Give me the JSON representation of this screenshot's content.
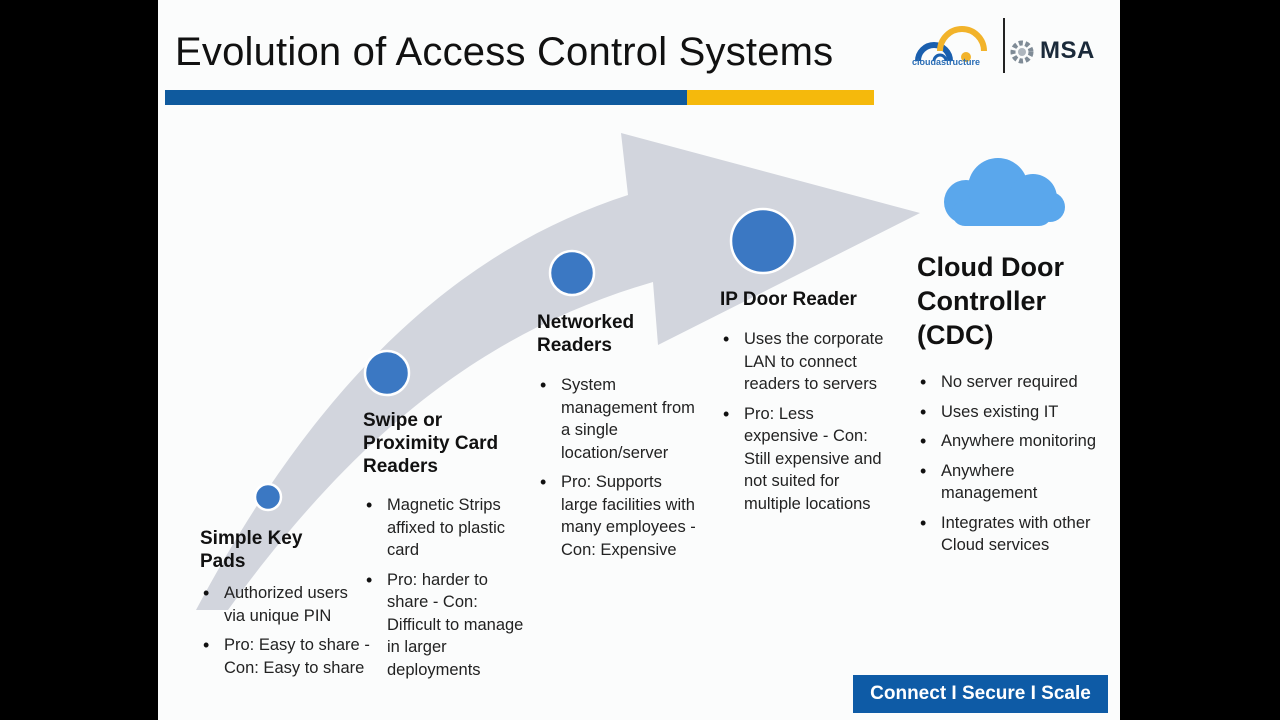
{
  "slide": {
    "title": "Evolution of Access Control Systems",
    "logos": {
      "left_logo_text": "cloudastructure",
      "right_logo_text": "MSA"
    },
    "footer_tagline": "Connect I Secure I Scale"
  },
  "stages": [
    {
      "title_lines": [
        "Simple Key",
        "Pads"
      ],
      "bullets": [
        "Authorized users via unique PIN",
        "Pro: Easy to share - Con: Easy to share"
      ]
    },
    {
      "title_lines": [
        "Swipe or",
        "Proximity Card",
        "Readers"
      ],
      "bullets": [
        "Magnetic Strips affixed to plastic card",
        "Pro: harder to share - Con: Difficult to manage in larger deployments"
      ]
    },
    {
      "title_lines": [
        "Networked",
        "Readers"
      ],
      "bullets": [
        "System management from a single location/server",
        "Pro: Supports large facilities with many employees - Con: Expensive"
      ]
    },
    {
      "title_lines": [
        "IP Door Reader"
      ],
      "bullets": [
        "Uses the corporate LAN to connect readers to servers",
        "Pro: Less expensive - Con: Still expensive and not suited for multiple locations"
      ]
    },
    {
      "title_lines": [
        "Cloud Door",
        "Controller",
        "(CDC)"
      ],
      "bullets": [
        "No server required",
        "Uses existing IT",
        "Anywhere monitoring",
        "Anywhere management",
        "Integrates with other Cloud services"
      ]
    }
  ],
  "colors": {
    "band_blue": "#0f5a9e",
    "band_yellow": "#f5b90c",
    "arrow_fill": "#d2d5dd",
    "node_fill": "#3b78c3",
    "cloud_fill": "#5aa7ec",
    "footer_bg": "#0e5ba6"
  },
  "icons": [
    "cloud-icon",
    "cloudastructure-logo",
    "msa-logo"
  ]
}
